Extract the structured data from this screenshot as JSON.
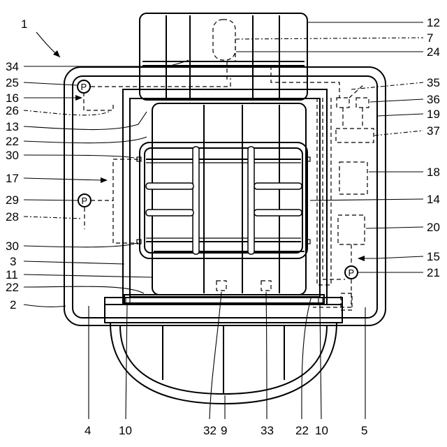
{
  "figure": {
    "main_label": "1",
    "labels_right": [
      "12",
      "7",
      "24",
      "35",
      "36",
      "19",
      "37",
      "18",
      "14",
      "20",
      "15",
      "21"
    ],
    "labels_left": [
      "34",
      "25",
      "16",
      "26",
      "13",
      "22",
      "30",
      "17",
      "29",
      "28",
      "30",
      "3",
      "11",
      "22",
      "2"
    ],
    "labels_bottom": [
      "4",
      "10",
      "32",
      "9",
      "33",
      "22",
      "10",
      "5"
    ],
    "pump_symbol": "P"
  }
}
